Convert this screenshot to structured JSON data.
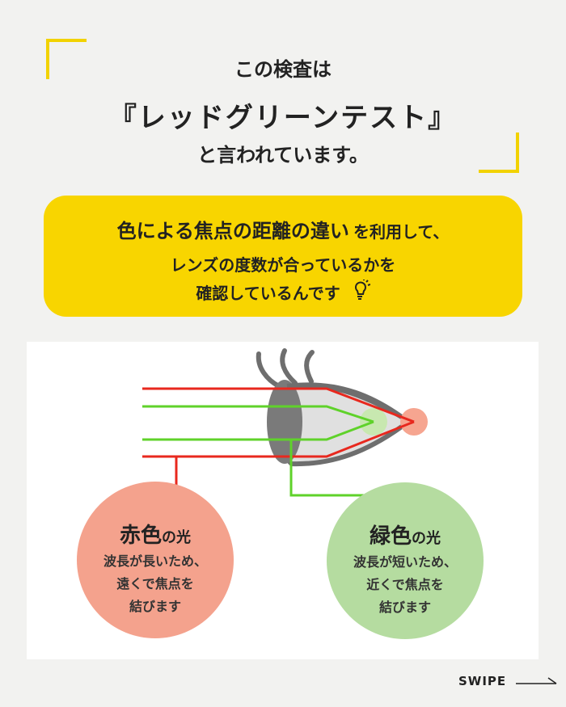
{
  "header": {
    "line1": "この検査は",
    "line2": "『レッドグリーンテスト』",
    "line3": "と言われています。"
  },
  "banner": {
    "line1_strong": "色による焦点の距離の違い",
    "line1_rest": "を利用して、",
    "line2": "レンズの度数が合っているかを",
    "line3": "確認しているんです",
    "icon": "lightbulb-icon"
  },
  "diagram": {
    "colors": {
      "red": "#e8281e",
      "green": "#5fd22a",
      "eye": "#777777",
      "red_focus": "#f6a590",
      "green_focus": "#c8e8b0"
    },
    "red_light": {
      "title_main": "赤色",
      "title_sub": "の光",
      "desc_line1": "波長が長いため、",
      "desc_line2": "遠くで焦点を",
      "desc_line3": "結びます",
      "circle_color": "#f4a28d"
    },
    "green_light": {
      "title_main": "緑色",
      "title_sub": "の光",
      "desc_line1": "波長が短いため、",
      "desc_line2": "近くで焦点を",
      "desc_line3": "結びます",
      "circle_color": "#b5dca0"
    }
  },
  "footer": {
    "swipe_label": "SWIPE",
    "arrow_icon": "arrow-right-icon"
  }
}
